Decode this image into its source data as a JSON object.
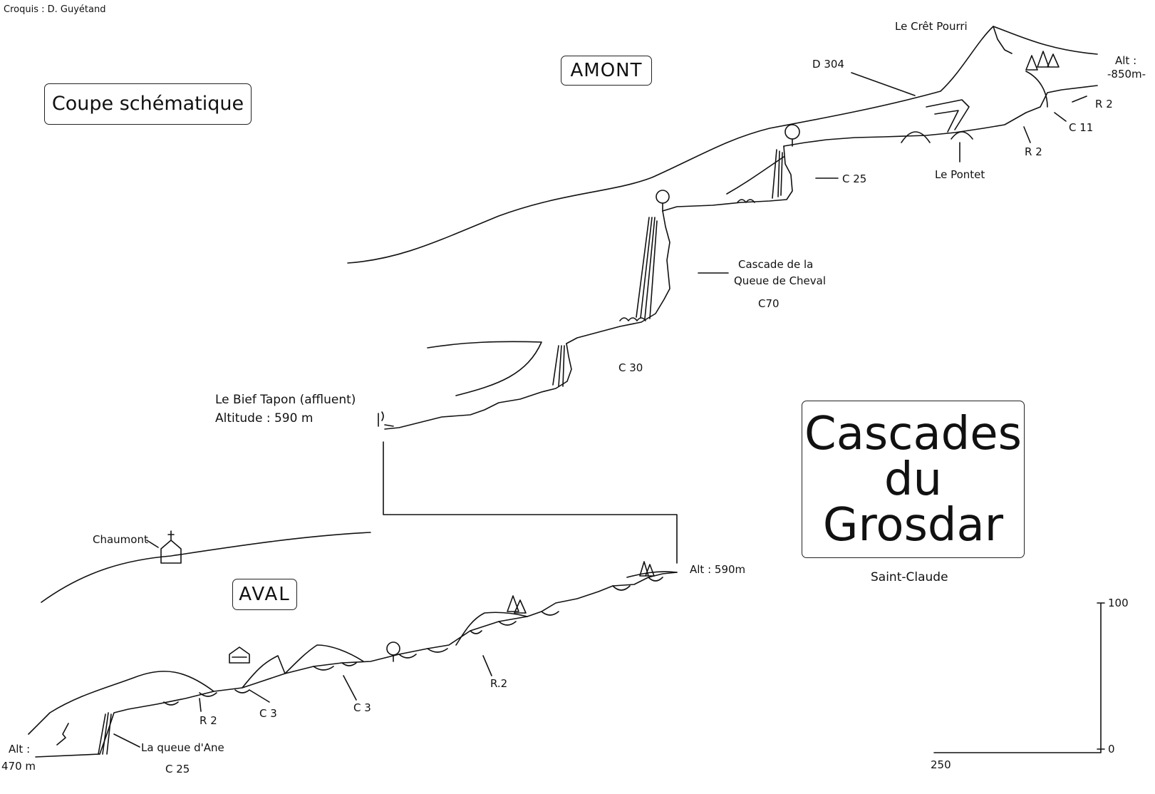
{
  "credit": "Croquis : D. Guyétand",
  "section_label": "Coupe schématique",
  "upstream_label": "AMONT",
  "downstream_label": "AVAL",
  "title_lines": [
    "Cascades",
    "du",
    "Grosdar"
  ],
  "subtitle": "Saint-Claude",
  "upstream_labels": {
    "cret": "Le Crêt Pourri",
    "road": "D 304",
    "alt_top_1": "Alt :",
    "alt_top_2": "-850m-",
    "r2_a": "R 2",
    "c11": "C 11",
    "r2_b": "R 2",
    "pontet": "Le Pontet",
    "c25": "C 25",
    "cascade_1": "Cascade de la",
    "cascade_2": "Queue de Cheval",
    "c70": "C70",
    "c30": "C 30",
    "bief_1": "Le Bief Tapon (affluent)",
    "bief_2": "Altitude : 590 m"
  },
  "downstream_labels": {
    "chaumont": "Chaumont",
    "alt_590": "Alt : 590m",
    "r2_dot": "R.2",
    "c3_a": "C 3",
    "c3_b": "C 3",
    "r2": "R 2",
    "queue_ane": "La queue d'Ane",
    "c25": "C 25",
    "alt_bottom_1": "Alt :",
    "alt_bottom_2": "470 m"
  },
  "scale": {
    "vertical_top": "100",
    "vertical_bottom": "0",
    "horizontal": "250"
  }
}
